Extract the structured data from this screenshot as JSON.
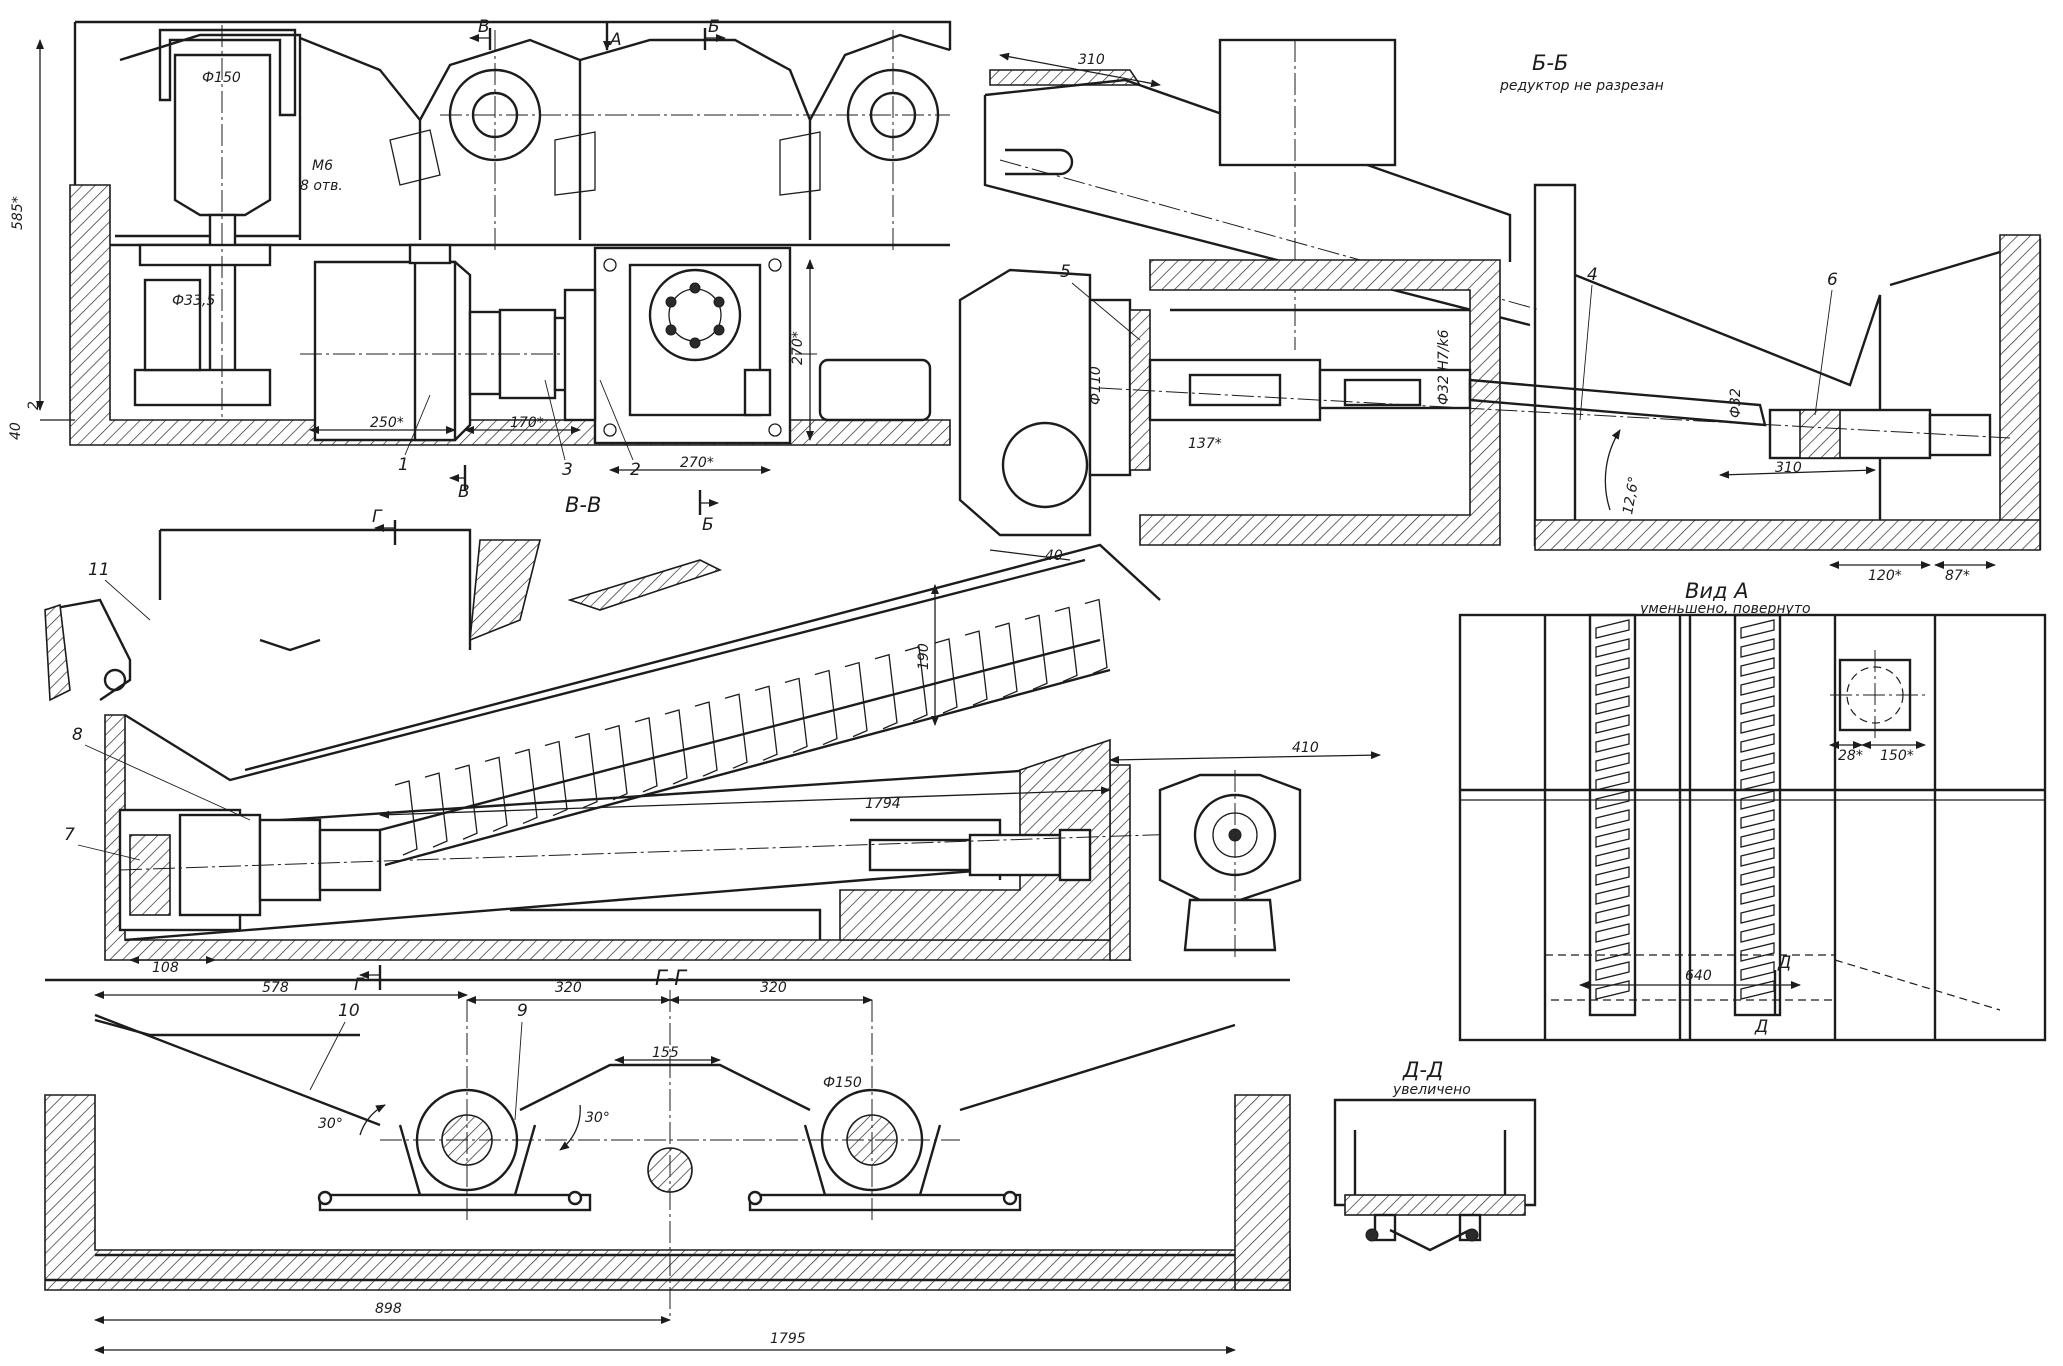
{
  "sections": {
    "bb_title": "Б-Б",
    "bb_note": "редуктор не разрезан",
    "vv_title": "В-В",
    "gg_title": "Г-Г",
    "view_a_title": "Вид А",
    "view_a_note": "уменьшено, повернуто",
    "dd_title": "Д-Д",
    "dd_note": "увеличено"
  },
  "cut_marks": {
    "a": "А",
    "b": "Б",
    "v": "В",
    "g": "Г",
    "d": "Д"
  },
  "callouts": [
    "1",
    "2",
    "3",
    "4",
    "5",
    "6",
    "7",
    "8",
    "9",
    "10",
    "11"
  ],
  "dimensions": {
    "top_d150": "Ф150",
    "m6": "М6",
    "holes": "8 отв.",
    "d33_5": "Ф33,5",
    "h585": "585*",
    "h40": "40",
    "h2": "2",
    "l250": "250*",
    "l170": "170*",
    "l270v": "270*",
    "l270h": "270*",
    "l310a": "310",
    "d110": "Ф110",
    "fit32": "Ф32 Н7/k6",
    "l137": "137*",
    "d32": "Ф32",
    "l310b": "310",
    "angle126": "12,6°",
    "l120": "120*",
    "l87": "87*",
    "l40": "40",
    "l190": "190",
    "l410": "410",
    "l1794": "1794",
    "l108": "108",
    "l578": "578",
    "l320a": "320",
    "l320b": "320",
    "l155": "155",
    "d150b": "Ф150",
    "ang30a": "30°",
    "ang30b": "30°",
    "l898": "898",
    "l1795": "1795",
    "l640": "640",
    "l28": "28*",
    "l150s": "150*"
  }
}
